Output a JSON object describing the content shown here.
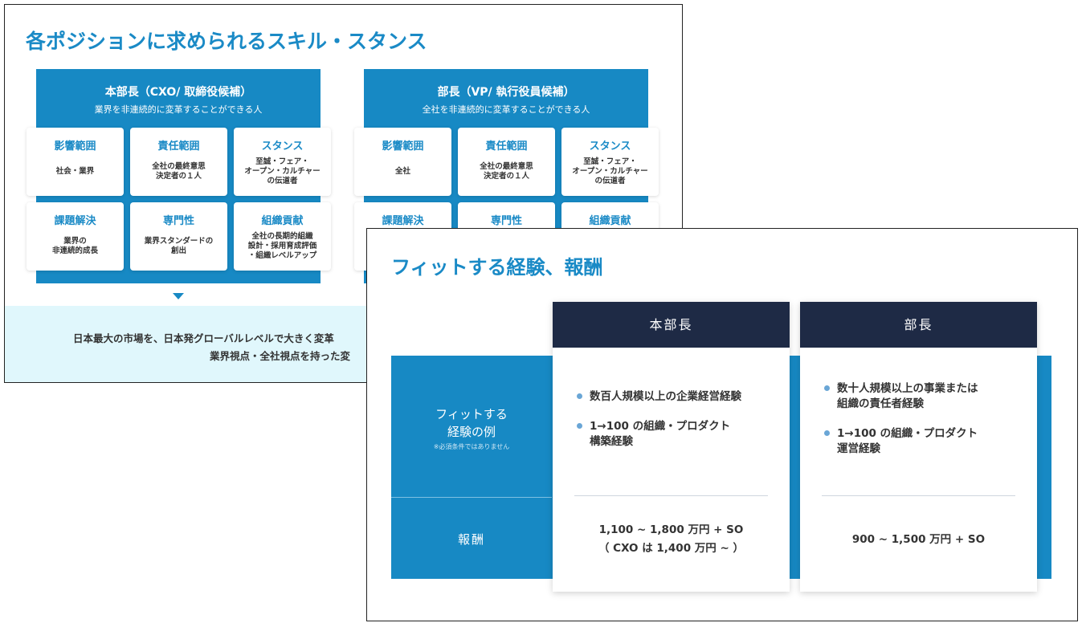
{
  "slide1": {
    "title": "各ポジションに求められるスキル・スタンス",
    "positions": [
      {
        "heading": "本部長（CXO/ 取締役候補）",
        "sub": "業界を非連続的に変革することができる人",
        "cards": [
          {
            "t": "影響範囲",
            "b": "社会・業界"
          },
          {
            "t": "責任範囲",
            "b": "全社の最終意思\n決定者の１人"
          },
          {
            "t": "スタンス",
            "b": "至誠・フェア・\nオープン・カルチャー\nの伝道者"
          },
          {
            "t": "課題解決",
            "b": "業界の\n非連続的成長"
          },
          {
            "t": "専門性",
            "b": "業界スタンダードの\n創出"
          },
          {
            "t": "組織貢献",
            "b": "全社の長期的組織\n設計・採用育成評価\n・組織レベルアップ"
          }
        ]
      },
      {
        "heading": "部長（VP/ 執行役員候補）",
        "sub": "全社を非連続的に変革することができる人",
        "cards": [
          {
            "t": "影響範囲",
            "b": "全社"
          },
          {
            "t": "責任範囲",
            "b": "全社の最終意思\n決定者の１人"
          },
          {
            "t": "スタンス",
            "b": "至誠・フェア・\nオープン・カルチャー\nの伝道者"
          },
          {
            "t": "課題解決",
            "b": ""
          },
          {
            "t": "専門性",
            "b": ""
          },
          {
            "t": "組織貢献",
            "b": ""
          }
        ]
      }
    ],
    "band_line1": "日本最大の市場を、日本発グローバルレベルで大きく変革",
    "band_line2": "業界視点・全社視点を持った変"
  },
  "slide2": {
    "title": "フィットする経験、報酬",
    "row1_label": "フィットする\n経験の例",
    "row1_note": "※必須条件ではありません",
    "row2_label": "報酬",
    "columns": [
      {
        "header": "本部長",
        "items": [
          "数百人規模以上の企業経営経験",
          "1→100 の組織・プロダクト\n構築経験"
        ],
        "pay1": "1,100 ~ 1,800 万円 + SO",
        "pay2": "（ CXO は 1,400 万円 ~ ）"
      },
      {
        "header": "部長",
        "items": [
          "数十人規模以上の事業または\n組織の責任者経験",
          "1→100 の組織・プロダクト\n運営経験"
        ],
        "pay1": "900 ~ 1,500 万円 + SO",
        "pay2": ""
      }
    ]
  }
}
